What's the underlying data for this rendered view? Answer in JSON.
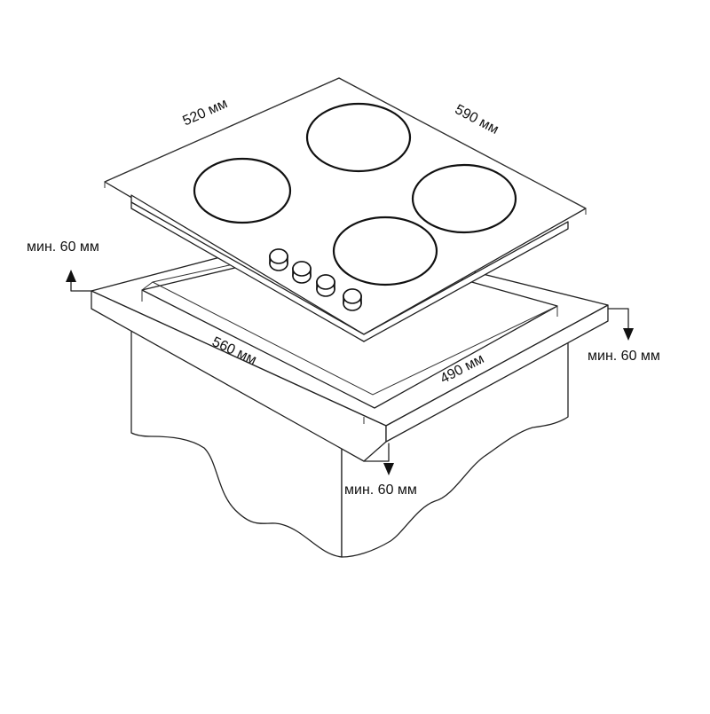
{
  "hob": {
    "width_label": "590 мм",
    "depth_label": "520 мм"
  },
  "cutout": {
    "width_label": "560 мм",
    "depth_label": "490 мм"
  },
  "clearances": {
    "back": "мин. 60 мм",
    "side": "мин. 60 мм",
    "front": "мин. 60 мм"
  }
}
